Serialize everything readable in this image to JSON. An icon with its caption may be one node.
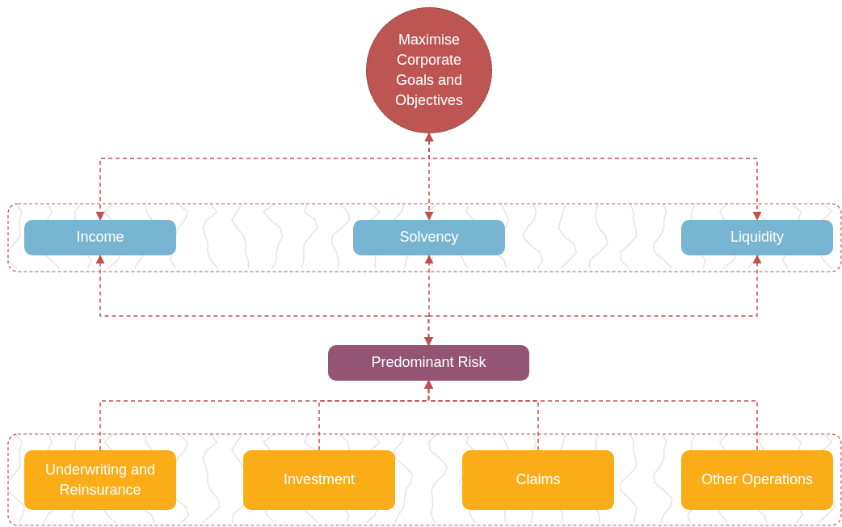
{
  "diagram": {
    "nodes": [
      {
        "text": [
          "Maximise Corporate Goals and Objectives"
        ]
      },
      {
        "text": [
          "Income"
        ]
      },
      {
        "text": [
          "Solvency"
        ]
      },
      {
        "text": [
          "Liquidity"
        ]
      },
      {
        "text": [
          "Predominant Risk"
        ]
      },
      {
        "text": [
          "Underwriting and Reinsurance"
        ]
      },
      {
        "text": [
          "Investment"
        ]
      },
      {
        "text": [
          "Claims"
        ]
      },
      {
        "text": [
          "Other Operations"
        ]
      }
    ],
    "edges": [
      {
        "from": 0,
        "to": 1,
        "arrow": "both",
        "style": "dashed"
      },
      {
        "from": 0,
        "to": 2,
        "arrow": "both",
        "style": "dashed"
      },
      {
        "from": 0,
        "to": 3,
        "arrow": "both",
        "style": "dashed"
      },
      {
        "from": 4,
        "to": 1,
        "arrow": "both",
        "style": "dashed"
      },
      {
        "from": 4,
        "to": 2,
        "arrow": "both",
        "style": "dashed"
      },
      {
        "from": 4,
        "to": 3,
        "arrow": "both",
        "style": "dashed"
      },
      {
        "from": 5,
        "to": 4,
        "arrow": "to",
        "style": "dashed"
      },
      {
        "from": 6,
        "to": 4,
        "arrow": "to",
        "style": "dashed"
      },
      {
        "from": 7,
        "to": 4,
        "arrow": "to",
        "style": "dashed"
      },
      {
        "from": 8,
        "to": 4,
        "arrow": "to",
        "style": "dashed"
      }
    ]
  }
}
